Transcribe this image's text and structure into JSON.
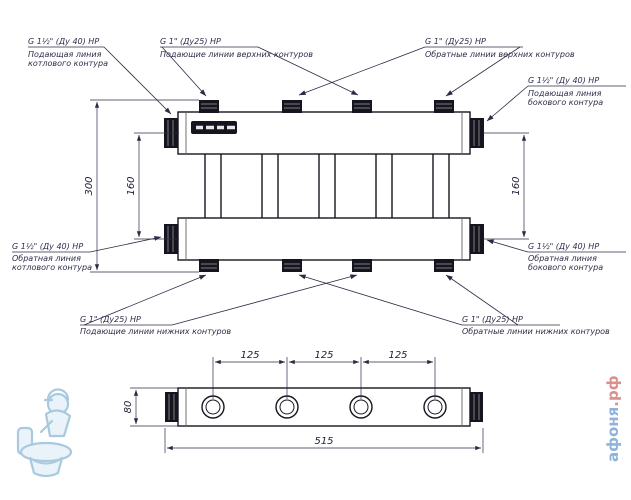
{
  "front_view": {
    "labels": {
      "boiler_supply": {
        "thread": "G 1½\" (Ду 40) НР",
        "desc1": "Подающая линия",
        "desc2": "котлового контура"
      },
      "upper_supply": {
        "thread": "G 1\" (Ду25) НР",
        "desc1": "Подающие линии верхних контуров"
      },
      "upper_return": {
        "thread": "G 1\" (Ду25) НР",
        "desc1": "Обратные линии верхних контуров"
      },
      "side_supply": {
        "thread": "G 1½\" (Ду 40) НР",
        "desc1": "Подающая линия",
        "desc2": "бокового контура"
      },
      "boiler_return": {
        "thread": "G 1½\" (Ду 40) НР",
        "desc1": "Обратная линия",
        "desc2": "котлового контура"
      },
      "side_return": {
        "thread": "G 1½\" (Ду 40) НР",
        "desc1": "Обратная линия",
        "desc2": "бокового контура"
      },
      "lower_supply": {
        "thread": "G 1\" (Ду25) НР",
        "desc1": "Подающие линии нижних контуров"
      },
      "lower_return": {
        "thread": "G 1\" (Ду25) НР",
        "desc1": "Обратные линии нижних контуров"
      }
    },
    "dimensions": {
      "overall_height": "300",
      "left_port_spacing": "160",
      "right_port_spacing": "160"
    }
  },
  "bottom_view": {
    "dimensions": {
      "spacing_1": "125",
      "spacing_2": "125",
      "spacing_3": "125",
      "body_height": "80",
      "overall_length": "515"
    }
  },
  "watermark": {
    "name_text": "афоня",
    "tld_text": ".рф",
    "name_color": "#8fb3da",
    "tld_color": "#dc8f8f"
  }
}
